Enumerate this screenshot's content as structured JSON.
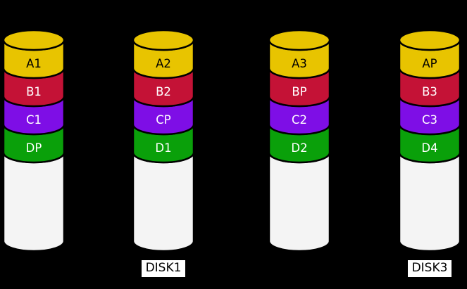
{
  "diagram": {
    "background": "#000000",
    "colors": {
      "stripe_a": "#e8c400",
      "stripe_b": "#c41236",
      "stripe_c": "#7e0ee6",
      "stripe_d": "#0aa00a",
      "disk_body": "#f4f4f4",
      "outline": "#000000",
      "label_bg": "#ffffff",
      "label_text": "#000000"
    },
    "disks": [
      {
        "label": "",
        "segments": [
          {
            "label": "A1"
          },
          {
            "label": "B1"
          },
          {
            "label": "C1"
          },
          {
            "label": "DP"
          }
        ]
      },
      {
        "label": "DISK1",
        "segments": [
          {
            "label": "A2"
          },
          {
            "label": "B2"
          },
          {
            "label": "CP"
          },
          {
            "label": "D1"
          }
        ]
      },
      {
        "label": "",
        "segments": [
          {
            "label": "A3"
          },
          {
            "label": "BP"
          },
          {
            "label": "C2"
          },
          {
            "label": "D2"
          }
        ]
      },
      {
        "label": "DISK3",
        "segments": [
          {
            "label": "AP"
          },
          {
            "label": "B3"
          },
          {
            "label": "C3"
          },
          {
            "label": "D4"
          }
        ]
      }
    ]
  }
}
